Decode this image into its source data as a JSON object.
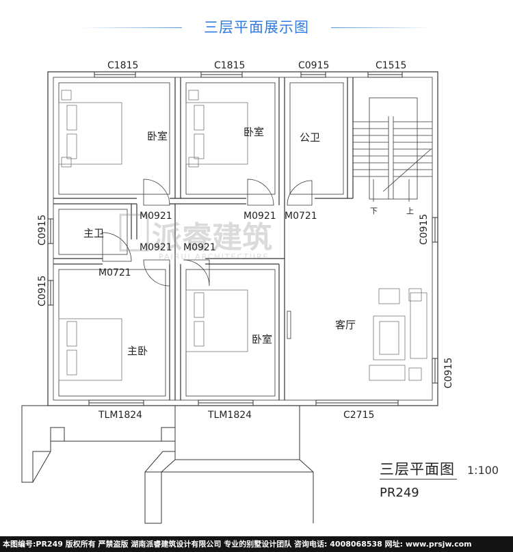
{
  "header": {
    "title": "三层平面展示图"
  },
  "plan": {
    "windows": {
      "top_1": "C1815",
      "top_2": "C1815",
      "top_3": "C0915",
      "top_4": "C1515",
      "left_1": "C0915",
      "left_2": "C0915",
      "right_1": "C0915",
      "right_2": "C0915",
      "bottom_door_1": "TLM1824",
      "bottom_door_2": "TLM1824",
      "bottom_window": "C2715"
    },
    "doors": {
      "d1": "M0921",
      "d2": "M0921",
      "d3": "M0721",
      "d4": "M0921",
      "d5": "M0921",
      "d6": "M0721"
    },
    "rooms": {
      "bedroom_1": "卧室",
      "bedroom_2": "卧室",
      "public_bath": "公卫",
      "master_bath": "主卫",
      "master_bedroom": "主卧",
      "bedroom_3": "卧室",
      "living_room": "客厅"
    },
    "stairs": {
      "down": "下",
      "up": "上"
    },
    "watermark": {
      "main": "派睿建筑",
      "sub": "PAIRUI ARCHITECTURE"
    }
  },
  "title_block": {
    "name": "三层平面图",
    "scale": "1:100",
    "code": "PR249"
  },
  "footer": {
    "text": "本图编号:PR249 版权所有 严禁盗版 湖南派睿建筑设计有限公司 专业的别墅设计团队 咨询电话: 4008068538 网址: www.prsjw.com"
  }
}
